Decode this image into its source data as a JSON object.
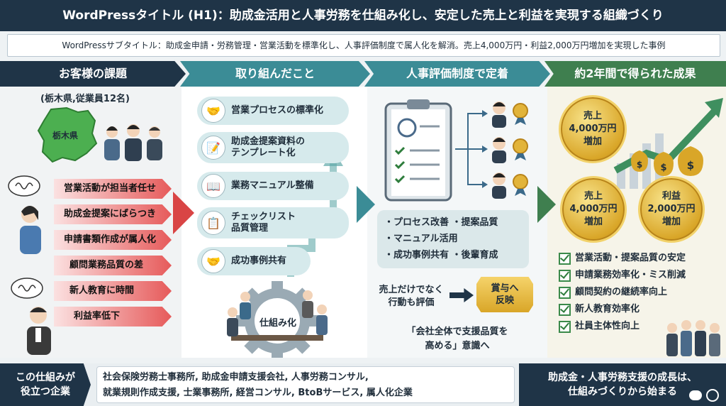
{
  "title": "WordPressタイトル (H1)：助成金活用と人事労務を仕組み化し、安定した売上と利益を実現する組織づくり",
  "subtitle": "WordPressサブタイトル：助成金申請・労務管理・営業活動を標準化し、人事評価制度で属人化を解消。売上4,000万円・利益2,000万円増加を実現した事例",
  "columns": {
    "issues": {
      "heading": "お客様の課題",
      "client": "(栃木県,従業員12名)",
      "map_label": "栃木県",
      "items": [
        "営業活動が担当者任せ",
        "助成金提案にばらつき",
        "申請書類作成が属人化",
        "顧問業務品質の差",
        "新人教育に時間",
        "利益率低下"
      ]
    },
    "actions": {
      "heading": "取り組んだこと",
      "items": [
        {
          "label": "営業プロセスの標準化",
          "icon": "handshake-icon"
        },
        {
          "label": "助成金提案資料の\nテンプレート化",
          "icon": "document-icon"
        },
        {
          "label": "業務マニュアル整備",
          "icon": "book-icon"
        },
        {
          "label": "チェックリスト\n品質管理",
          "icon": "checklist-icon"
        },
        {
          "label": "成功事例共有",
          "icon": "handshake-icon"
        }
      ],
      "gear_label": "仕組み化"
    },
    "evaluation": {
      "heading": "人事評価制度で定着",
      "points": [
        "・プロセス改善 ・提案品質",
        "・マニュアル活用",
        "・成功事例共有 ・後輩育成"
      ],
      "eval_text": "売上だけでなく\n行動も評価",
      "bonus": "賞与へ\n反映",
      "awareness": "「会社全体で支援品質を\n高める」意識へ"
    },
    "results": {
      "heading": "約2年間で得られた成果",
      "medal_top": "売上\n4,000万円\n増加",
      "medal_left": "売上\n4,000万円\n増加",
      "medal_right": "利益\n2,000万円\n増加",
      "checks": [
        "営業活動・提案品質の安定",
        "申請業務効率化・ミス削減",
        "顧問契約の継続率向上",
        "新人教育効率化",
        "社員主体性向上"
      ]
    }
  },
  "footer": {
    "left": "この仕組みが\n役立つ企業",
    "middle_line1": "社会保険労務士事務所, 助成金申請支援会社, 人事労務コンサル,",
    "middle_line2": "就業規則作成支援, 士業事務所, 経営コンサル, BtoBサービス, 属人化企業",
    "right": "助成金・人事労務支援の成長は、\n仕組みづくりから始まる"
  },
  "colors": {
    "navy": "#1f3447",
    "teal": "#3b8c96",
    "green": "#3f7f4f",
    "red": "#d94545",
    "gold": "#d9a628"
  }
}
